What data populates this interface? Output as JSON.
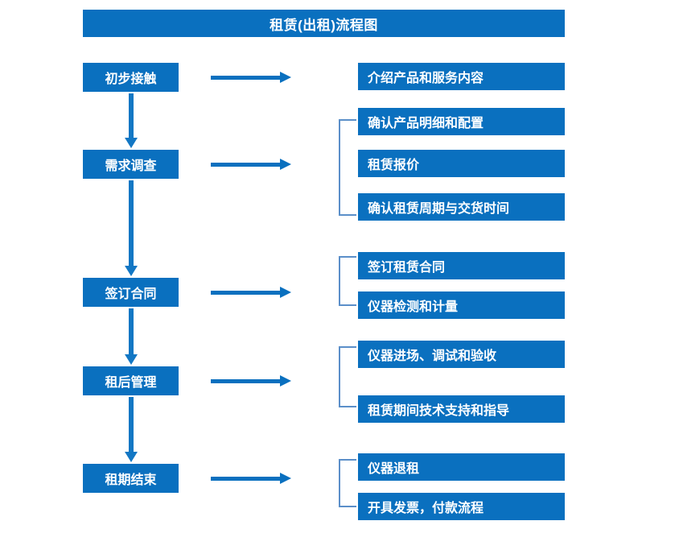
{
  "title": "租赁(出租)流程图",
  "colors": {
    "box_fill": "#0a70bf",
    "box_text": "#ffffff",
    "arrow": "#0a70bf",
    "v_arrow": "#1277c4",
    "bracket": "#5b8fc9",
    "background": "#ffffff"
  },
  "stages": [
    {
      "label": "初步接触"
    },
    {
      "label": "需求调查"
    },
    {
      "label": "签订合同"
    },
    {
      "label": "租后管理"
    },
    {
      "label": "租期结束"
    }
  ],
  "details": [
    {
      "label": "介绍产品和服务内容"
    },
    {
      "label": "确认产品明细和配置"
    },
    {
      "label": "租赁报价"
    },
    {
      "label": "确认租赁周期与交货时间"
    },
    {
      "label": "签订租赁合同"
    },
    {
      "label": "仪器检测和计量"
    },
    {
      "label": "仪器进场、调试和验收"
    },
    {
      "label": "租赁期间技术支持和指导"
    },
    {
      "label": "仪器退租"
    },
    {
      "label": "开具发票，付款流程"
    }
  ],
  "groups": [
    {
      "stage": "初步接触",
      "details": [
        "介绍产品和服务内容"
      ],
      "bracketed": false
    },
    {
      "stage": "需求调查",
      "details": [
        "确认产品明细和配置",
        "租赁报价",
        "确认租赁周期与交货时间"
      ],
      "bracketed": true
    },
    {
      "stage": "签订合同",
      "details": [
        "签订租赁合同",
        "仪器检测和计量"
      ],
      "bracketed": true
    },
    {
      "stage": "租后管理",
      "details": [
        "仪器进场、调试和验收",
        "租赁期间技术支持和指导"
      ],
      "bracketed": true
    },
    {
      "stage": "租期结束",
      "details": [
        "仪器退租",
        "开具发票，付款流程"
      ],
      "bracketed": true
    }
  ]
}
